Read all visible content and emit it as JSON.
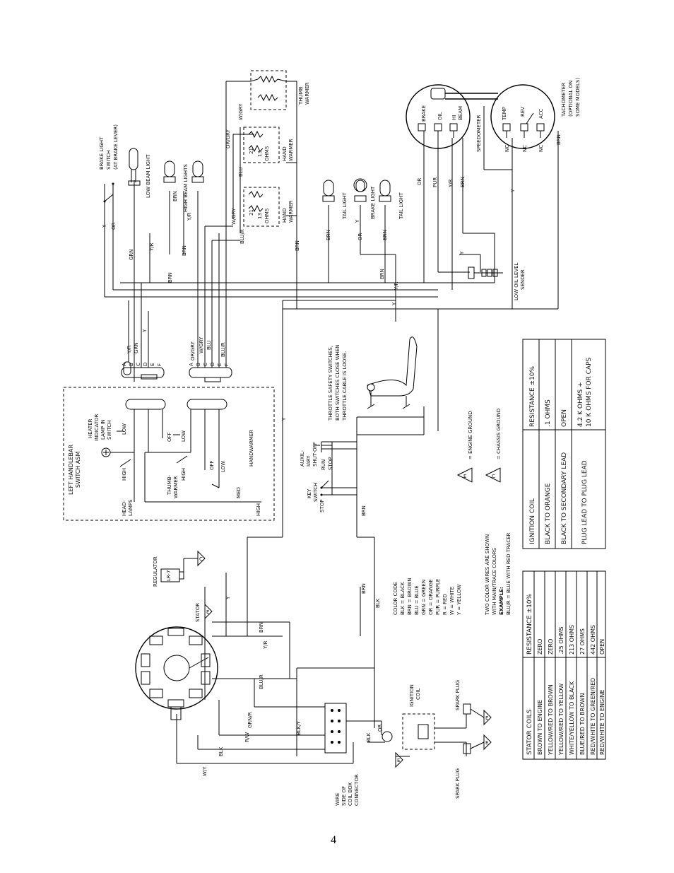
{
  "page_number": "4",
  "colors": {
    "ink": "#000000",
    "paper": "#ffffff"
  },
  "switch_asm": {
    "title_line1": "LEFT HANDLEBAR",
    "title_line2": "SWITCH ASM",
    "heater_line1": "HEATER",
    "heater_line2": "INDICATOR",
    "heater_line3": "LAMP IN",
    "heater_line4": "SWITCH",
    "high": "HIGH",
    "low": "LOW",
    "off": "OFF",
    "head_line1": "HEAD-",
    "head_line2": "LAMPS",
    "thumb_line1": "THUMB-",
    "thumb_line2": "WARMER",
    "handwarmer": "HANDWARMER",
    "med": "MED"
  },
  "connector_pins": [
    "A",
    "B",
    "C",
    "D",
    "E",
    "F"
  ],
  "top_components": {
    "brake_light_switch_line1": "BRAKE LIGHT",
    "brake_light_switch_line2": "SWITCH",
    "brake_light_switch_line3": "(AT BRAKE LEVER)",
    "low_beam_light": "LOW BEAM LIGHT",
    "high_beam_lights": "HIGH BEAM LIGHTS",
    "thumb_warmer_line1": "THUMB",
    "thumb_warmer_line2": "WARMER",
    "hand_warmer_line1": "HAND",
    "hand_warmer_line2": "WARMER",
    "ohms_21": "21",
    "ohms_13": "13",
    "ohms_unit": "OHMS",
    "tail_light": "TAIL LIGHT",
    "brake_light": "BRAKE LIGHT",
    "low_oil_line1": "LOW OIL LEVEL",
    "low_oil_line2": "SENDER"
  },
  "gauges": {
    "brake": "BRAKE",
    "oil": "OIL",
    "hi_beam_line1": "HI",
    "hi_beam_line2": "BEAM",
    "speedometer": "SPEEDOMETER",
    "temp": "TEMP",
    "rev": "REV",
    "acc": "ACC",
    "nc": "NC",
    "tach_line1": "TACHOMETER",
    "tach_line2": "(OPTIONAL ON",
    "tach_line3": "SOME MODELS)"
  },
  "wire_labels": {
    "y": "Y",
    "or": "OR",
    "grn": "GRN",
    "brn": "BRN",
    "yr": "Y/R",
    "blu": "BLU",
    "wgry": "W/GRY",
    "orgry": "OR/GRY",
    "blur": "BLU/R",
    "pur": "PUR",
    "blk": "BLK",
    "rw": "R/W",
    "wy": "W/Y",
    "grnr": "GRN/R",
    "blky": "BLK/Y"
  },
  "throttle": {
    "line1": "THROTTLE SAFETY SWITCHES,",
    "line2": "BOTH SWITCHES CLOSE WHEN",
    "line3": "THROTTLE CABLE IS LOOSE."
  },
  "switches": {
    "aux_line1": "AUXIL-",
    "aux_line2": "IARY",
    "aux_line3": "SHUT-OFF",
    "run": "RUN",
    "stop": "STOP",
    "key_line1": "KEY",
    "key_line2": "SWITCH"
  },
  "grounds": {
    "engine_symbol": "E",
    "engine_label": "= ENGINE GROUND",
    "chassis_symbol": "C",
    "chassis_label": "= CHASSIS GROUND"
  },
  "lower": {
    "regulator": "REGULATOR",
    "lr7": "LR-7",
    "stator": "STATOR",
    "ignition_line1": "IGNITION",
    "ignition_line2": "COIL",
    "spark_plug": "SPARK PLUG",
    "wire_line1": "WIRE",
    "wire_line2": "SIDE OF",
    "wire_line3": "COIL BOX",
    "wire_line4": "CONNECTOR"
  },
  "color_code": {
    "title": "COLOR CODE",
    "items": [
      "BLK = BLACK",
      "BRN = BROWN",
      "BLU = BLUE",
      "GRN = GREEN",
      "OR = ORANGE",
      "PUR = PURPLE",
      "R = RED",
      "W = WHITE",
      "Y = YELLOW"
    ],
    "note_line1": "TWO COLOR WIRES ARE SHOWN",
    "note_line2": "WITH MAIN/TRACE COLORS",
    "example_label": "EXAMPLE:",
    "example_text": "BLU/R = BLUE WITH RED TRACER"
  },
  "ignition_table": {
    "headers": [
      "IGNITION COIL",
      "RESISTANCE ±10%"
    ],
    "rows": [
      [
        "BLACK TO ORANGE",
        ".1 OHMS"
      ],
      [
        "BLACK TO SECONDARY LEAD",
        "OPEN"
      ],
      [
        "PLUG LEAD TO PLUG LEAD",
        "4.2 K OHMS +\n10 K OHMS FOR CAPS"
      ]
    ]
  },
  "stator_table": {
    "headers": [
      "STATOR COILS",
      "RESISTANCE ±10%"
    ],
    "rows": [
      [
        "BROWN TO ENGINE",
        "ZERO"
      ],
      [
        "YELLOW/RED TO BROWN",
        "ZERO"
      ],
      [
        "YELLOW/RED TO YELLOW",
        ".25 OHMS"
      ],
      [
        "WHITE/YELLOW TO BLACK",
        "213 OHMS"
      ],
      [
        "BLUE/RED TO BROWN",
        "27 OHMS"
      ],
      [
        "RED/WHITE TO GREEN/RED",
        "442 OHMS"
      ],
      [
        "RED/WHITE TO ENGINE",
        "OPEN"
      ]
    ]
  }
}
